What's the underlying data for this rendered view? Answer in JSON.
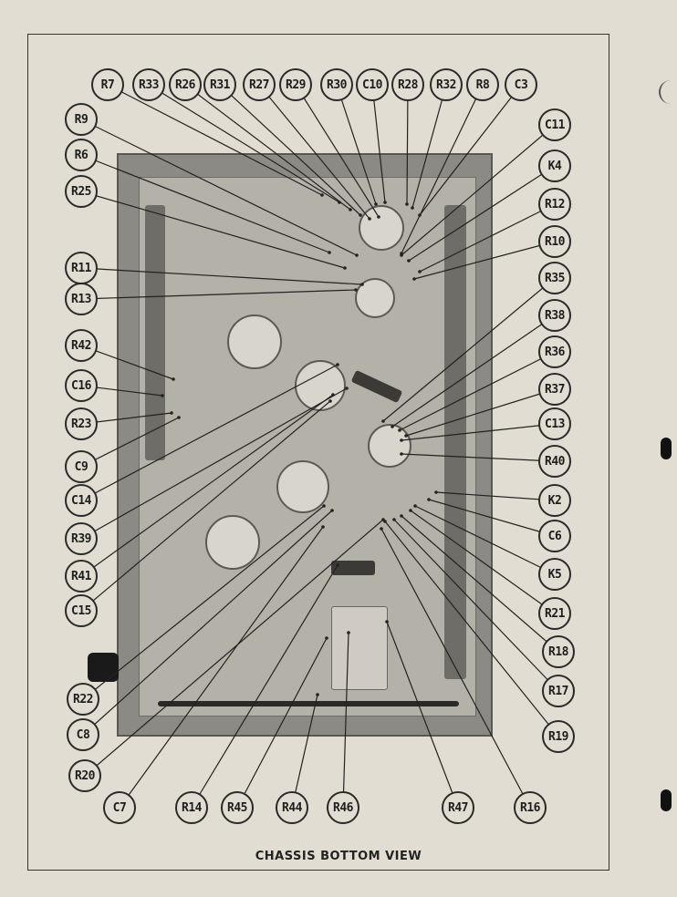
{
  "caption": "CHASSIS BOTTOM VIEW",
  "callouts": [
    {
      "label": "R7",
      "side": "top"
    },
    {
      "label": "R33",
      "side": "top"
    },
    {
      "label": "R26",
      "side": "top"
    },
    {
      "label": "R31",
      "side": "top"
    },
    {
      "label": "R27",
      "side": "top"
    },
    {
      "label": "R29",
      "side": "top"
    },
    {
      "label": "R30",
      "side": "top"
    },
    {
      "label": "C10",
      "side": "top"
    },
    {
      "label": "R28",
      "side": "top"
    },
    {
      "label": "R32",
      "side": "top"
    },
    {
      "label": "R8",
      "side": "top"
    },
    {
      "label": "C3",
      "side": "top"
    },
    {
      "label": "R9",
      "side": "left"
    },
    {
      "label": "R6",
      "side": "left"
    },
    {
      "label": "R25",
      "side": "left"
    },
    {
      "label": "R11",
      "side": "left"
    },
    {
      "label": "R13",
      "side": "left"
    },
    {
      "label": "R42",
      "side": "left"
    },
    {
      "label": "C16",
      "side": "left"
    },
    {
      "label": "R23",
      "side": "left"
    },
    {
      "label": "C9",
      "side": "left"
    },
    {
      "label": "C14",
      "side": "left"
    },
    {
      "label": "R39",
      "side": "left"
    },
    {
      "label": "R41",
      "side": "left"
    },
    {
      "label": "C15",
      "side": "left"
    },
    {
      "label": "R22",
      "side": "left"
    },
    {
      "label": "C8",
      "side": "left"
    },
    {
      "label": "R20",
      "side": "left"
    },
    {
      "label": "C11",
      "side": "right"
    },
    {
      "label": "K4",
      "side": "right"
    },
    {
      "label": "R12",
      "side": "right"
    },
    {
      "label": "R10",
      "side": "right"
    },
    {
      "label": "R35",
      "side": "right"
    },
    {
      "label": "R38",
      "side": "right"
    },
    {
      "label": "R36",
      "side": "right"
    },
    {
      "label": "R37",
      "side": "right"
    },
    {
      "label": "C13",
      "side": "right"
    },
    {
      "label": "R40",
      "side": "right"
    },
    {
      "label": "K2",
      "side": "right"
    },
    {
      "label": "C6",
      "side": "right"
    },
    {
      "label": "K5",
      "side": "right"
    },
    {
      "label": "R21",
      "side": "right"
    },
    {
      "label": "R18",
      "side": "right"
    },
    {
      "label": "R17",
      "side": "right"
    },
    {
      "label": "R19",
      "side": "right"
    },
    {
      "label": "C7",
      "side": "bottom"
    },
    {
      "label": "R14",
      "side": "bottom"
    },
    {
      "label": "R45",
      "side": "bottom"
    },
    {
      "label": "R44",
      "side": "bottom"
    },
    {
      "label": "R46",
      "side": "bottom"
    },
    {
      "label": "R47",
      "side": "bottom"
    },
    {
      "label": "R16",
      "side": "bottom"
    }
  ]
}
